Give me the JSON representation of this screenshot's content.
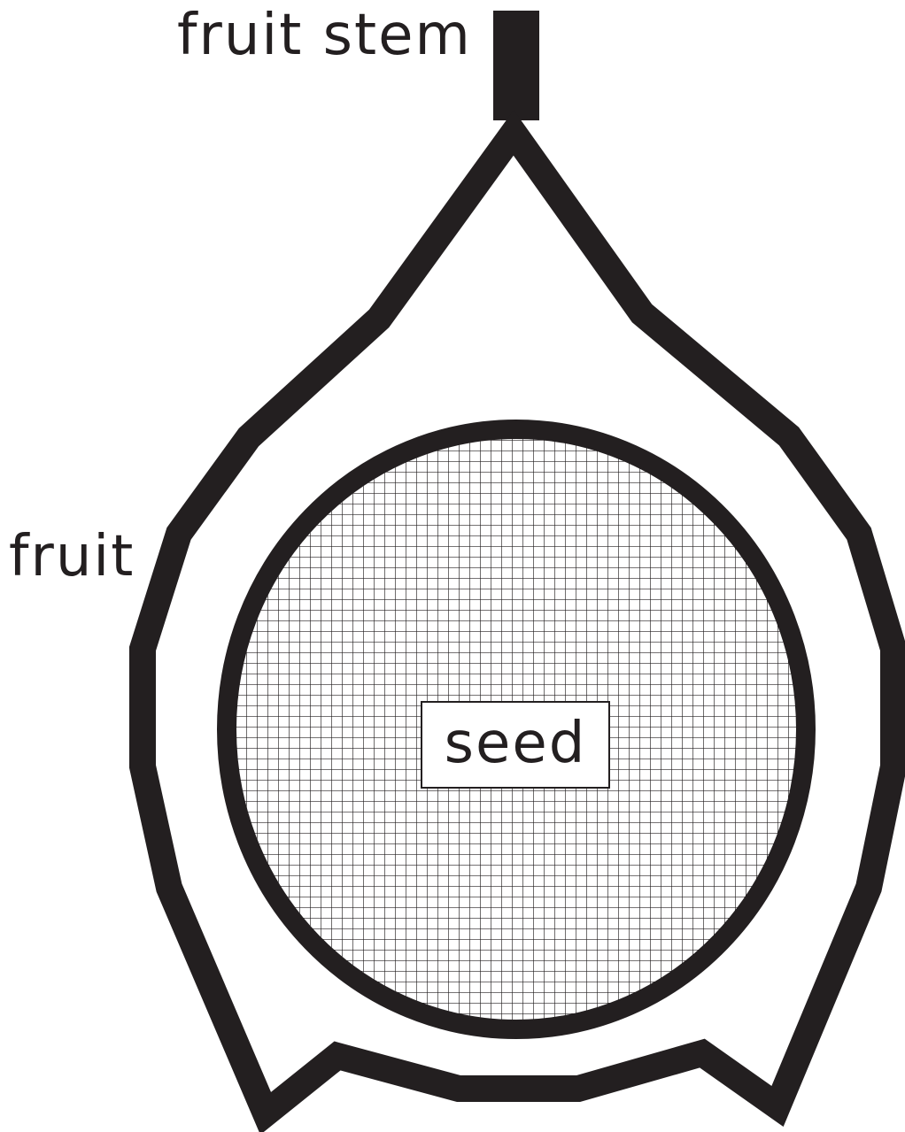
{
  "labels": {
    "fruit_stem": "fruit stem",
    "fruit": "fruit",
    "seed": "seed"
  },
  "colors": {
    "outline": "#231f20",
    "background": "#ffffff",
    "seed_grid": "#231f20"
  }
}
